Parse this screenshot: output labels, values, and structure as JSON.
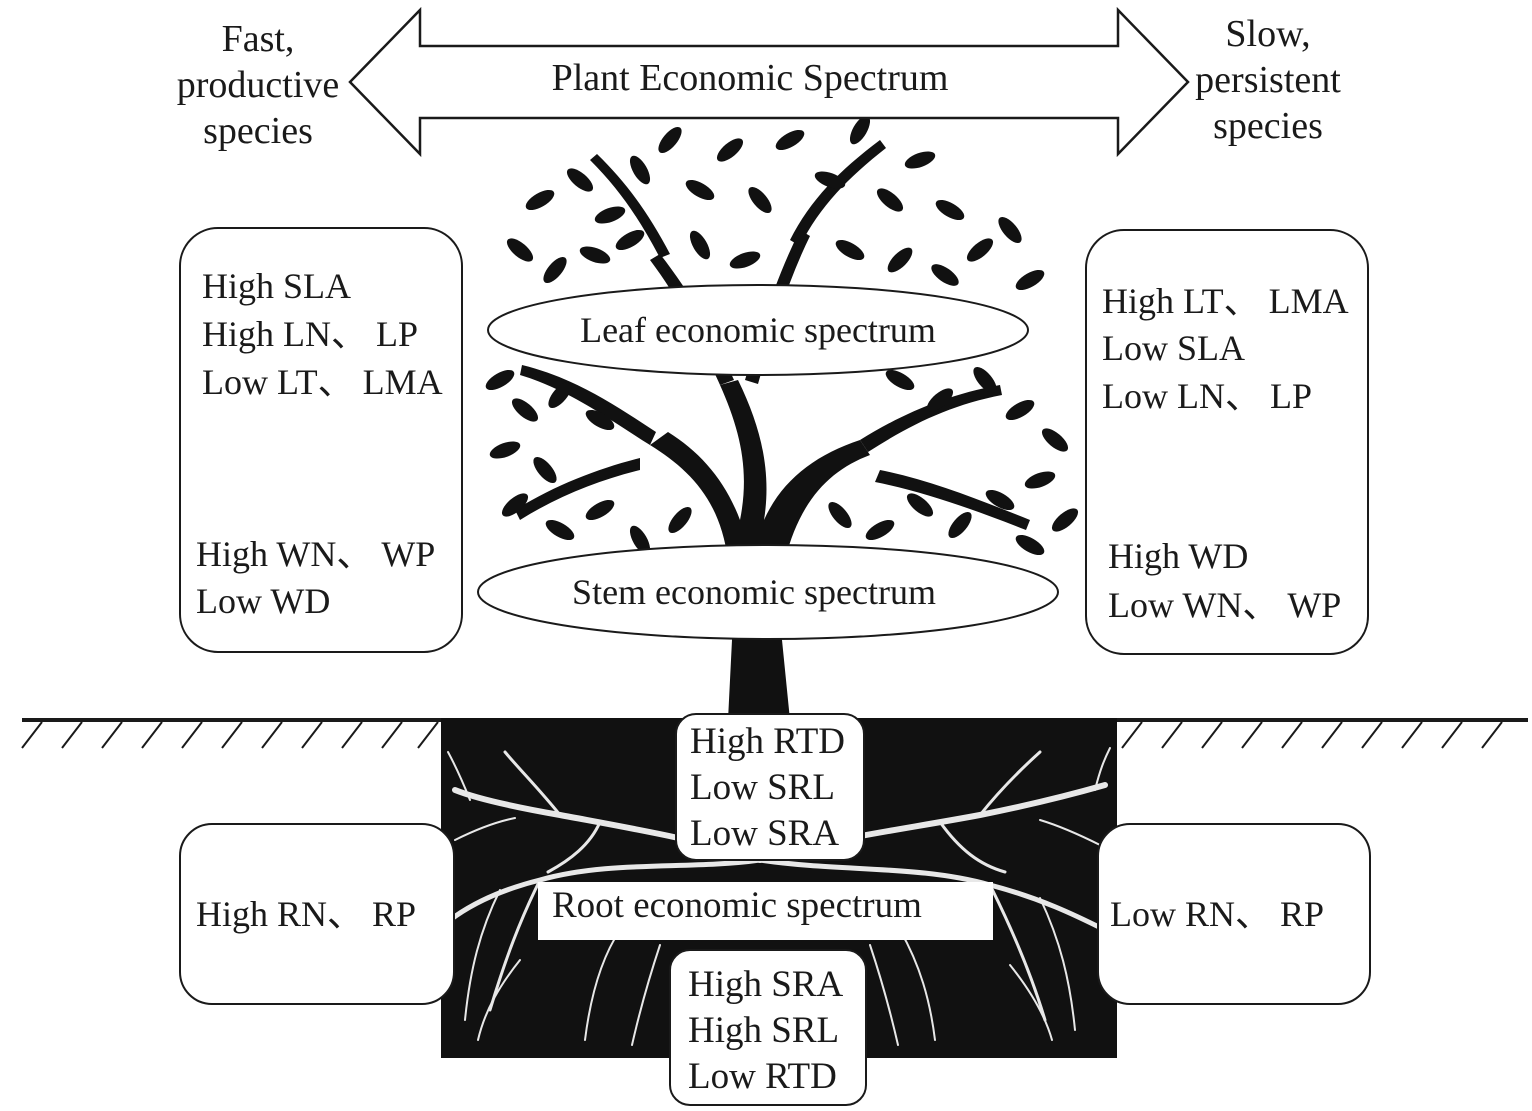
{
  "spectrum_arrow": {
    "label": "Plant Economic Spectrum",
    "left_end": [
      "Fast,",
      "productive",
      "species"
    ],
    "right_end": [
      "Slow,",
      "persistent",
      "species"
    ]
  },
  "leaf_spectrum": {
    "label": "Leaf economic spectrum"
  },
  "stem_spectrum": {
    "label": "Stem economic spectrum"
  },
  "root_spectrum": {
    "label": "Root economic spectrum"
  },
  "left_panel": {
    "leaf_traits": [
      "High SLA",
      "High LN、 LP",
      "Low LT、 LMA"
    ],
    "stem_traits": [
      "High WN、 WP",
      "Low WD"
    ]
  },
  "right_panel": {
    "leaf_traits": [
      "High LT、 LMA",
      "Low SLA",
      "Low LN、 LP"
    ],
    "stem_traits": [
      "High WD",
      "Low WN、 WP"
    ]
  },
  "root_upper_traits": [
    "High RTD",
    "Low SRL",
    "Low SRA"
  ],
  "root_lower_traits": [
    "High SRA",
    "High SRL",
    "Low RTD"
  ],
  "root_left_panel": {
    "label": "High RN、 RP"
  },
  "root_right_panel": {
    "label": "Low RN、 RP"
  },
  "colors": {
    "ink": "#1a1a1a",
    "soil": "#111111",
    "root": "#e8e8e8",
    "background": "#ffffff"
  }
}
